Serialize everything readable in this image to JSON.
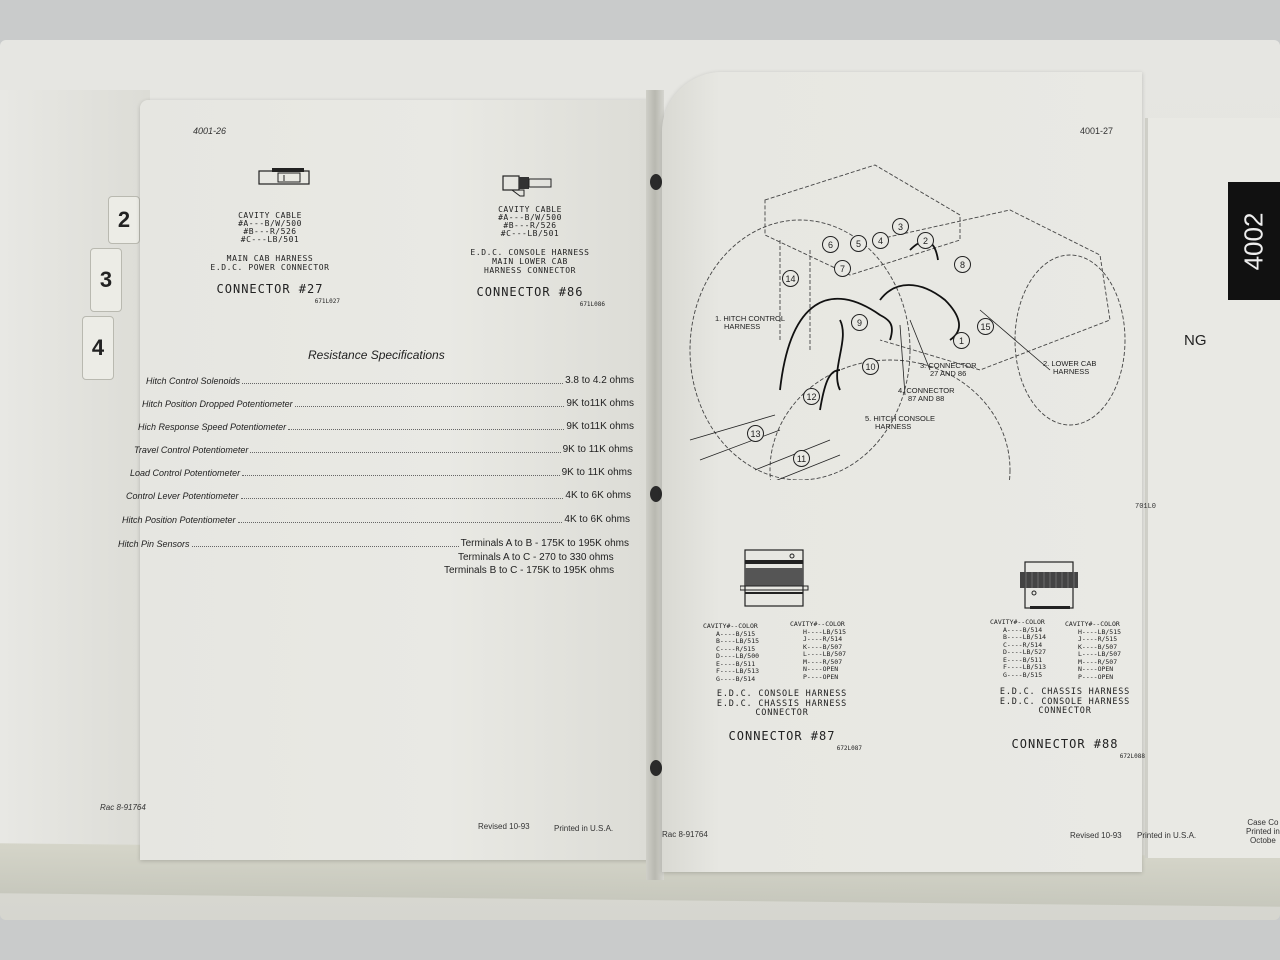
{
  "binder": {
    "tabs": [
      "2",
      "3",
      "4"
    ]
  },
  "left_page": {
    "page_number": "4001-26",
    "connector_27": {
      "cavity_header": "CAVITY CABLE",
      "cavities": [
        "#A---B/W/500",
        "#B---R/526",
        "#C---LB/501"
      ],
      "description": [
        "MAIN CAB HARNESS",
        "E.D.C. POWER CONNECTOR"
      ],
      "title": "CONNECTOR #27",
      "code": "671L027"
    },
    "connector_86": {
      "cavity_header": "CAVITY CABLE",
      "cavities": [
        "#A---B/W/500",
        "#B---R/526",
        "#C---LB/501"
      ],
      "description": [
        "E.D.C. CONSOLE HARNESS",
        "MAIN LOWER CAB",
        "HARNESS CONNECTOR"
      ],
      "title": "CONNECTOR #86",
      "code": "671L086"
    },
    "resistance_specs": {
      "title": "Resistance Specifications",
      "rows": [
        {
          "label": "Hitch Control Solenoids",
          "value": "3.8 to 4.2 ohms"
        },
        {
          "label": "Hitch Position Dropped Potentiometer",
          "value": "9K to11K ohms"
        },
        {
          "label": "Hich Response Speed Potentiometer",
          "value": "9K to11K ohms"
        },
        {
          "label": "Travel Control Potentiometer",
          "value": "9K to 11K ohms"
        },
        {
          "label": "Load Control Potentiometer",
          "value": "9K to 11K ohms"
        },
        {
          "label": "Control Lever Potentiometer",
          "value": "4K to 6K ohms"
        },
        {
          "label": "Hitch Position Potentiometer",
          "value": "4K to 6K ohms"
        },
        {
          "label": "Hitch Pin Sensors",
          "value": "Terminals A to B - 175K to 195K ohms"
        }
      ],
      "extra_values": [
        "Terminals A to C - 270 to 330 ohms",
        "Terminals B to C - 175K to 195K ohms"
      ]
    },
    "footer": {
      "part_number": "Rac 8-91764",
      "revised": "Revised 10-93",
      "printed": "Printed in U.S.A."
    }
  },
  "right_page": {
    "page_number": "4001-27",
    "diagram": {
      "code": "701L0",
      "callouts": [
        {
          "id": "1",
          "text": [
            "1. HITCH CONTROL",
            "HARNESS"
          ]
        },
        {
          "id": "2",
          "text": [
            "2. LOWER CAB",
            "HARNESS"
          ]
        },
        {
          "id": "3",
          "text": [
            "3. CONNECTOR",
            "27 AND 86"
          ]
        },
        {
          "id": "4",
          "text": [
            "4. CONNECTOR",
            "87 AND 88"
          ]
        },
        {
          "id": "5",
          "text": [
            "5. HITCH CONSOLE",
            "HARNESS"
          ]
        }
      ],
      "numbers": [
        "1",
        "2",
        "3",
        "4",
        "5",
        "6",
        "7",
        "8",
        "9",
        "10",
        "11",
        "12",
        "13",
        "14",
        "15"
      ]
    },
    "connector_87": {
      "col1_header": "CAVITY#--COLOR",
      "col1": [
        "A----B/515",
        "B----LB/515",
        "C----R/515",
        "D----LB/500",
        "E----B/511",
        "F----LB/513",
        "G----B/514"
      ],
      "col2_header": "CAVITY#--COLOR",
      "col2": [
        "H----LB/515",
        "J----R/514",
        "K----B/507",
        "L----LB/507",
        "M----R/507",
        "N----OPEN",
        "P----OPEN"
      ],
      "description": [
        "E.D.C. CONSOLE HARNESS",
        "E.D.C. CHASSIS HARNESS",
        "CONNECTOR"
      ],
      "title": "CONNECTOR #87",
      "code": "672L087"
    },
    "connector_88": {
      "col1_header": "CAVITY#--COLOR",
      "col1": [
        "A----B/514",
        "B----LB/514",
        "C----R/514",
        "D----LB/527",
        "E----B/511",
        "F----LB/513",
        "G----B/515"
      ],
      "col2_header": "CAVITY#--COLOR",
      "col2": [
        "H----LB/515",
        "J----R/515",
        "K----B/507",
        "L----LB/507",
        "M----R/507",
        "N----OPEN",
        "P----OPEN"
      ],
      "description": [
        "E.D.C. CHASSIS HARNESS",
        "E.D.C. CONSOLE HARNESS",
        "CONNECTOR"
      ],
      "title": "CONNECTOR #88",
      "code": "672L088"
    },
    "footer": {
      "part_number": "Rac 8-91764",
      "revised": "Revised 10-93",
      "printed": "Printed in U.S.A."
    }
  },
  "far_right_page": {
    "section_tab": "4002",
    "partial_heading": "NG",
    "footer_lines": [
      "Case Co",
      "Printed in",
      "Octobe"
    ]
  }
}
